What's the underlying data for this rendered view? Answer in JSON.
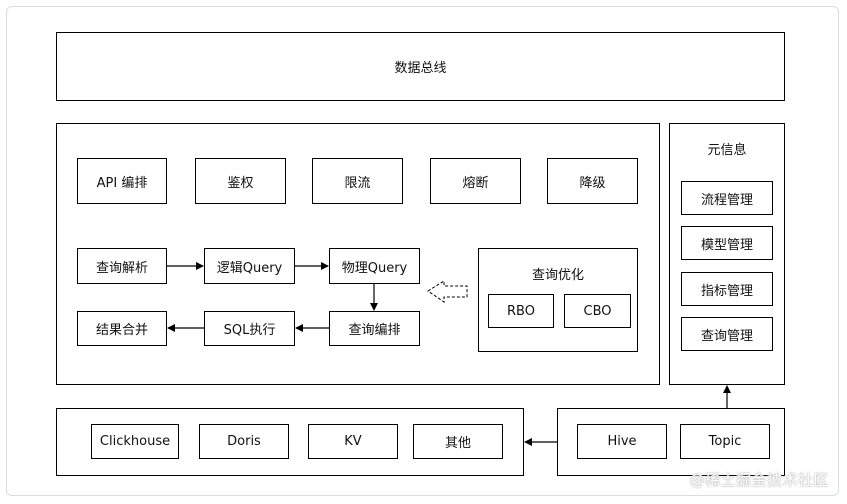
{
  "data_bus": {
    "label": "数据总线"
  },
  "gateway": {
    "controls": [
      "API 编排",
      "鉴权",
      "限流",
      "熔断",
      "降级"
    ],
    "pipeline": {
      "query_parse": "查询解析",
      "logical_query": "逻辑Query",
      "physical_query": "物理Query",
      "query_orchestration": "查询编排",
      "sql_execution": "SQL执行",
      "result_merge": "结果合并"
    },
    "optimizer": {
      "title": "查询优化",
      "rbo": "RBO",
      "cbo": "CBO"
    }
  },
  "metadata": {
    "title": "元信息",
    "items": [
      "流程管理",
      "模型管理",
      "指标管理",
      "查询管理"
    ]
  },
  "engines": {
    "items": [
      "Clickhouse",
      "Doris",
      "KV",
      "其他"
    ]
  },
  "sources": {
    "items": [
      "Hive",
      "Topic"
    ]
  },
  "watermark": "@稀土掘金技术社区"
}
